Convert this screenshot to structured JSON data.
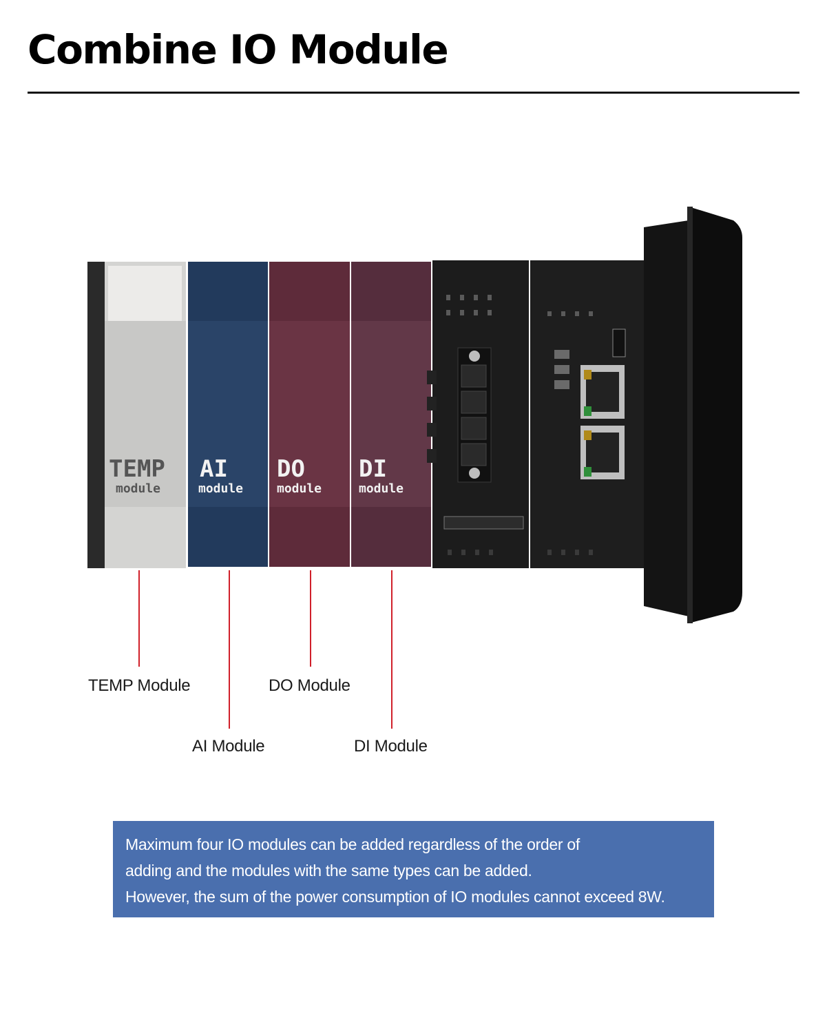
{
  "header": {
    "title": "Combine IO Module"
  },
  "modules": [
    {
      "name": "TEMP",
      "sub": "module"
    },
    {
      "name": "AI",
      "sub": "module"
    },
    {
      "name": "DO",
      "sub": "module"
    },
    {
      "name": "DI",
      "sub": "module"
    }
  ],
  "callouts": {
    "temp": "TEMP Module",
    "ai": "AI Module",
    "do": "DO Module",
    "di": "DI Module"
  },
  "note": {
    "line1": "Maximum four IO modules can be added regardless of the order of",
    "line2": "adding and the modules with the same types can be added.",
    "line3": "However, the sum of the power consumption of IO modules cannot exceed 8W."
  },
  "colors": {
    "temp": "#d4d4d2",
    "ai": "#223a5c",
    "do": "#5e2b3a",
    "di": "#552d3d",
    "device": "#1c1c1c",
    "pointer": "#d0202a",
    "note_bg": "#4a6fae"
  }
}
